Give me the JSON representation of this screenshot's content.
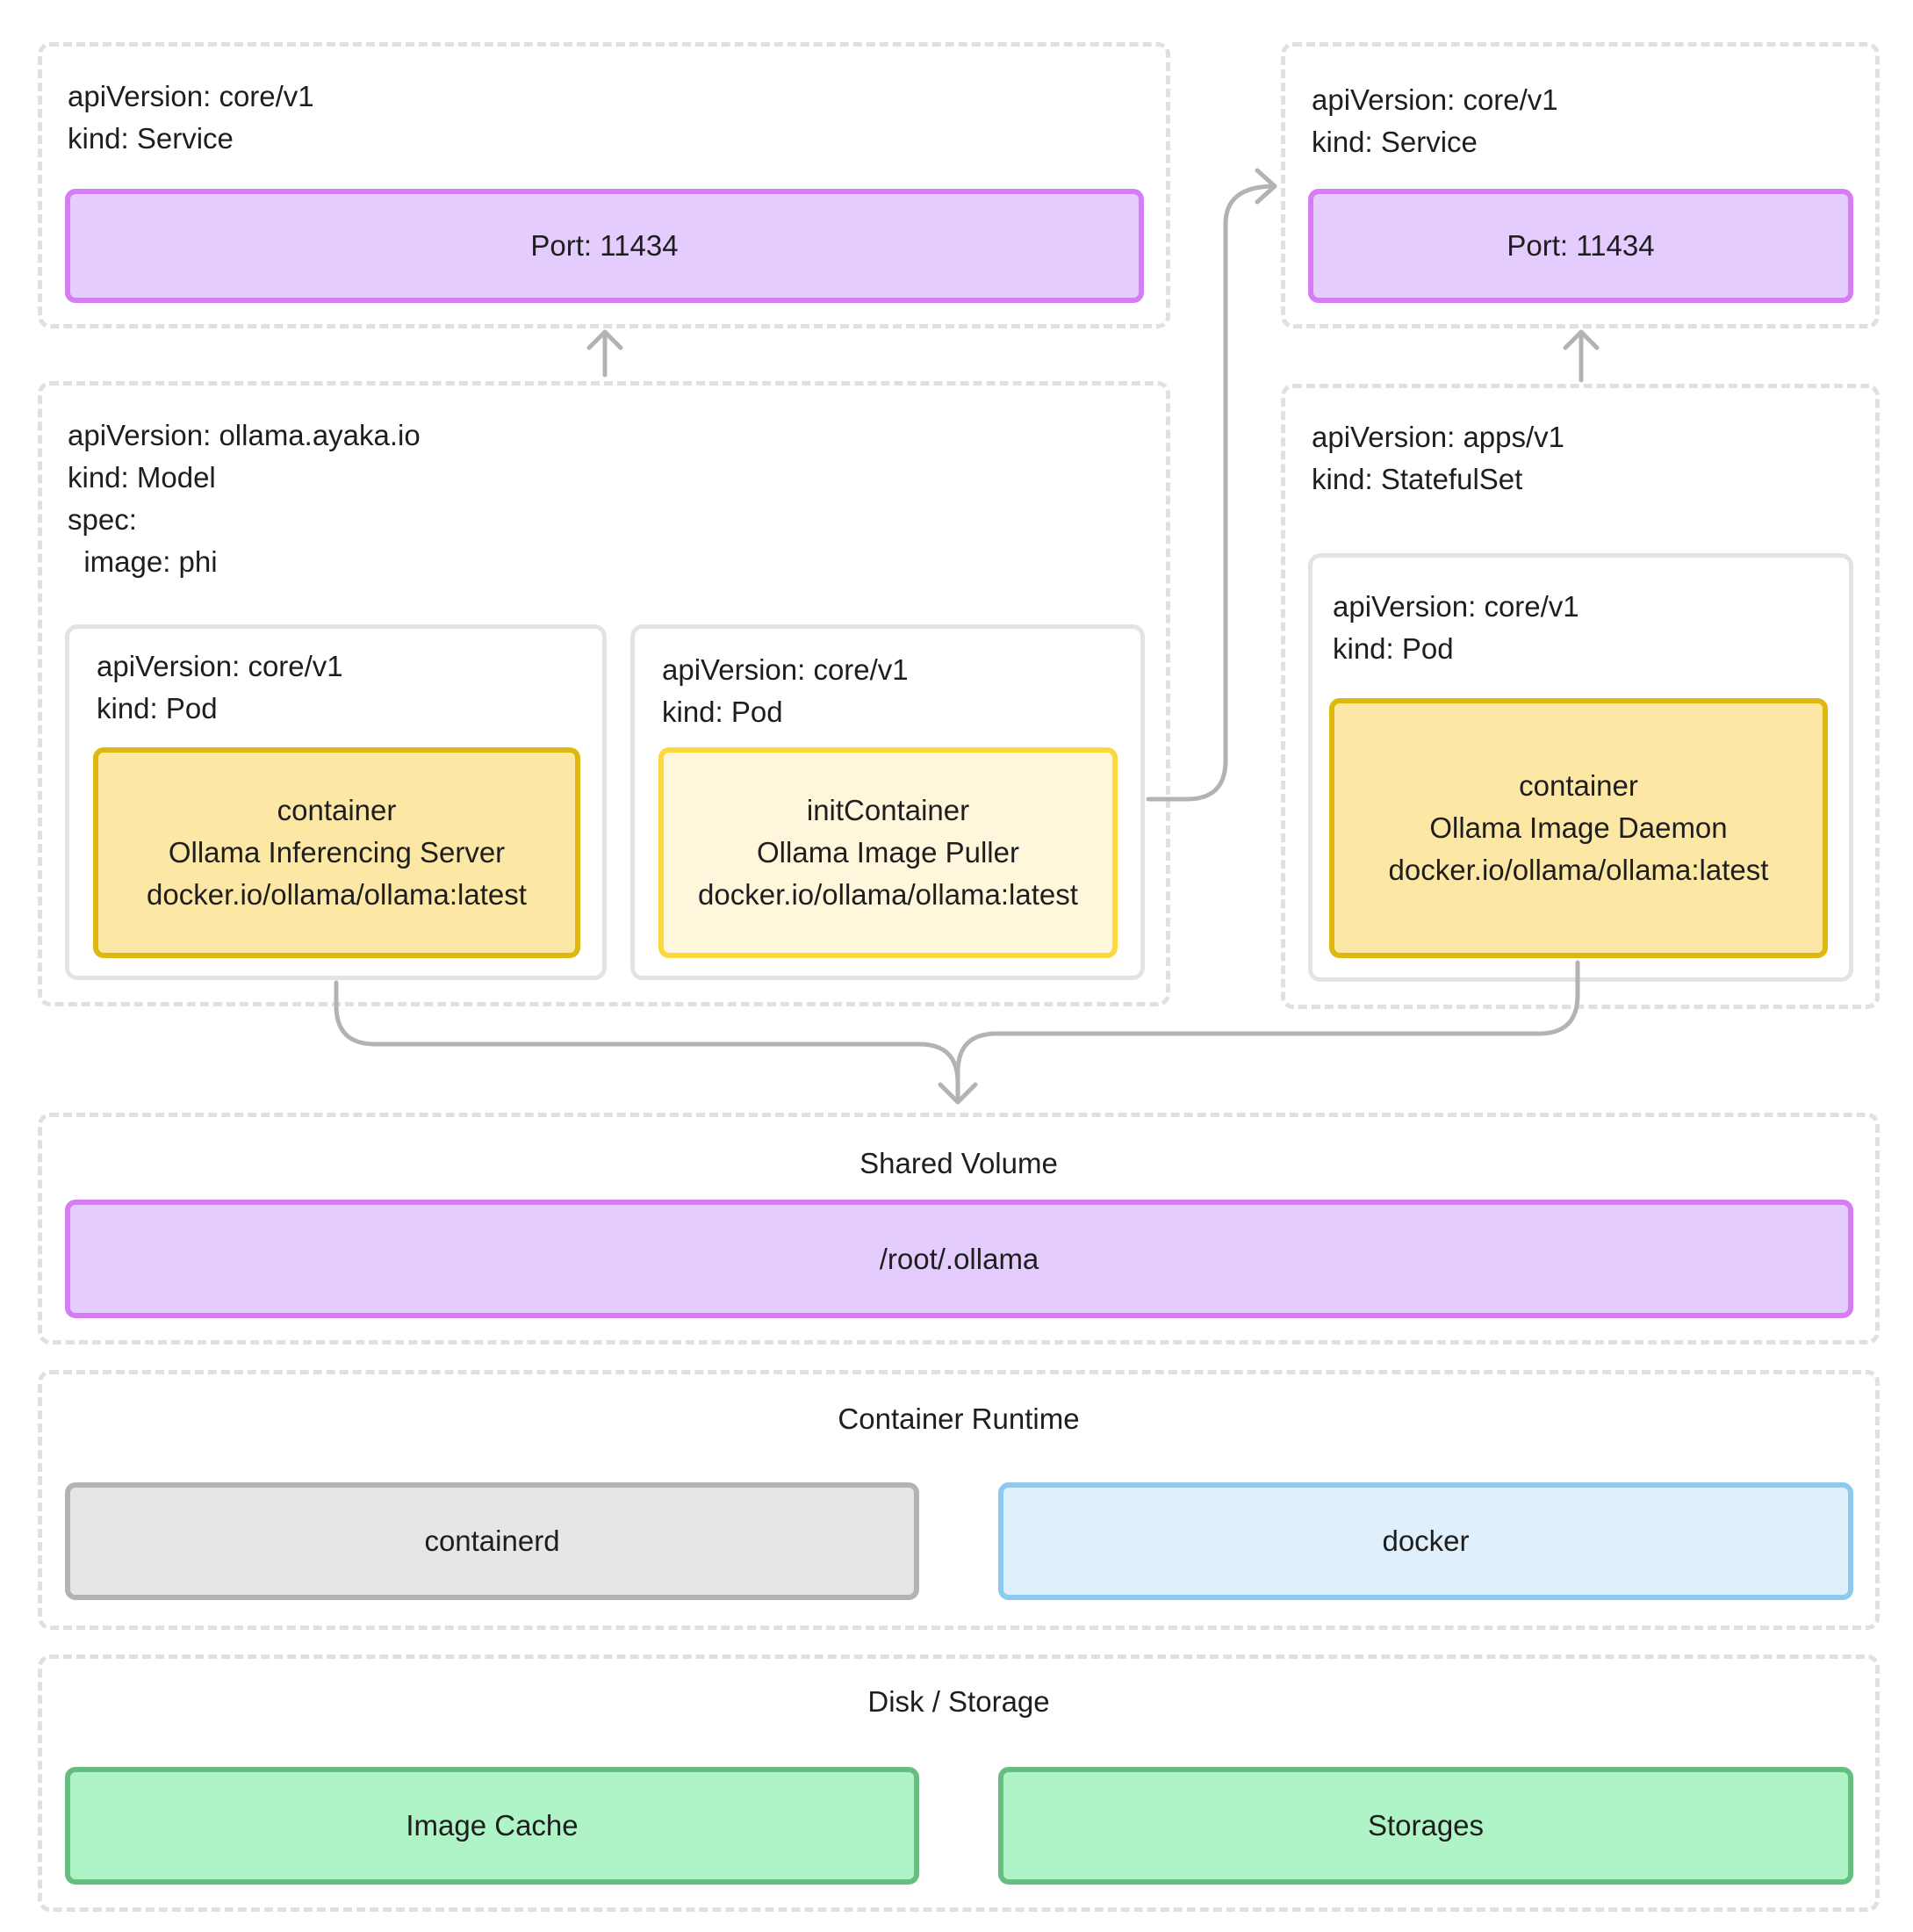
{
  "service_left": {
    "api_version": "apiVersion: core/v1",
    "kind": "kind: Service",
    "port": "Port: 11434"
  },
  "model": {
    "api_version": "apiVersion: ollama.ayaka.io",
    "kind": "kind: Model",
    "spec": "spec:",
    "image": "  image: phi"
  },
  "pod_server": {
    "api_version": "apiVersion: core/v1",
    "kind": "kind: Pod",
    "container_type": "container",
    "container_name": "Ollama Inferencing Server",
    "container_image": "docker.io/ollama/ollama:latest"
  },
  "pod_puller": {
    "api_version": "apiVersion: core/v1",
    "kind": "kind: Pod",
    "container_type": "initContainer",
    "container_name": "Ollama Image Puller",
    "container_image": "docker.io/ollama/ollama:latest"
  },
  "service_right": {
    "api_version": "apiVersion: core/v1",
    "kind": "kind: Service",
    "port": "Port: 11434"
  },
  "statefulset": {
    "api_version": "apiVersion: apps/v1",
    "kind": "kind: StatefulSet"
  },
  "pod_daemon": {
    "api_version": "apiVersion: core/v1",
    "kind": "kind: Pod",
    "container_type": "container",
    "container_name": "Ollama Image Daemon",
    "container_image": "docker.io/ollama/ollama:latest"
  },
  "shared_volume": {
    "title": "Shared Volume",
    "path": "/root/.ollama"
  },
  "container_runtime": {
    "title": "Container Runtime",
    "runtimes": [
      "containerd",
      "docker"
    ]
  },
  "disk_storage": {
    "title": "Disk / Storage",
    "items": [
      "Image Cache",
      "Storages"
    ]
  },
  "colors": {
    "purple_fill": "#e5ccff",
    "purple_stroke": "#d67cf4",
    "yellow_fill": "#fde7a4",
    "yellow_stroke": "#deb810",
    "cream_fill": "#fff7dc",
    "cream_stroke": "#fbd93c",
    "gray_fill": "#e6e6e6",
    "gray_stroke": "#b3b3b3",
    "blue_fill": "#dff0fc",
    "blue_stroke": "#8ec9ef",
    "green_fill": "#aff4c6",
    "green_stroke": "#66bd80",
    "connector": "#b3b3b3"
  }
}
